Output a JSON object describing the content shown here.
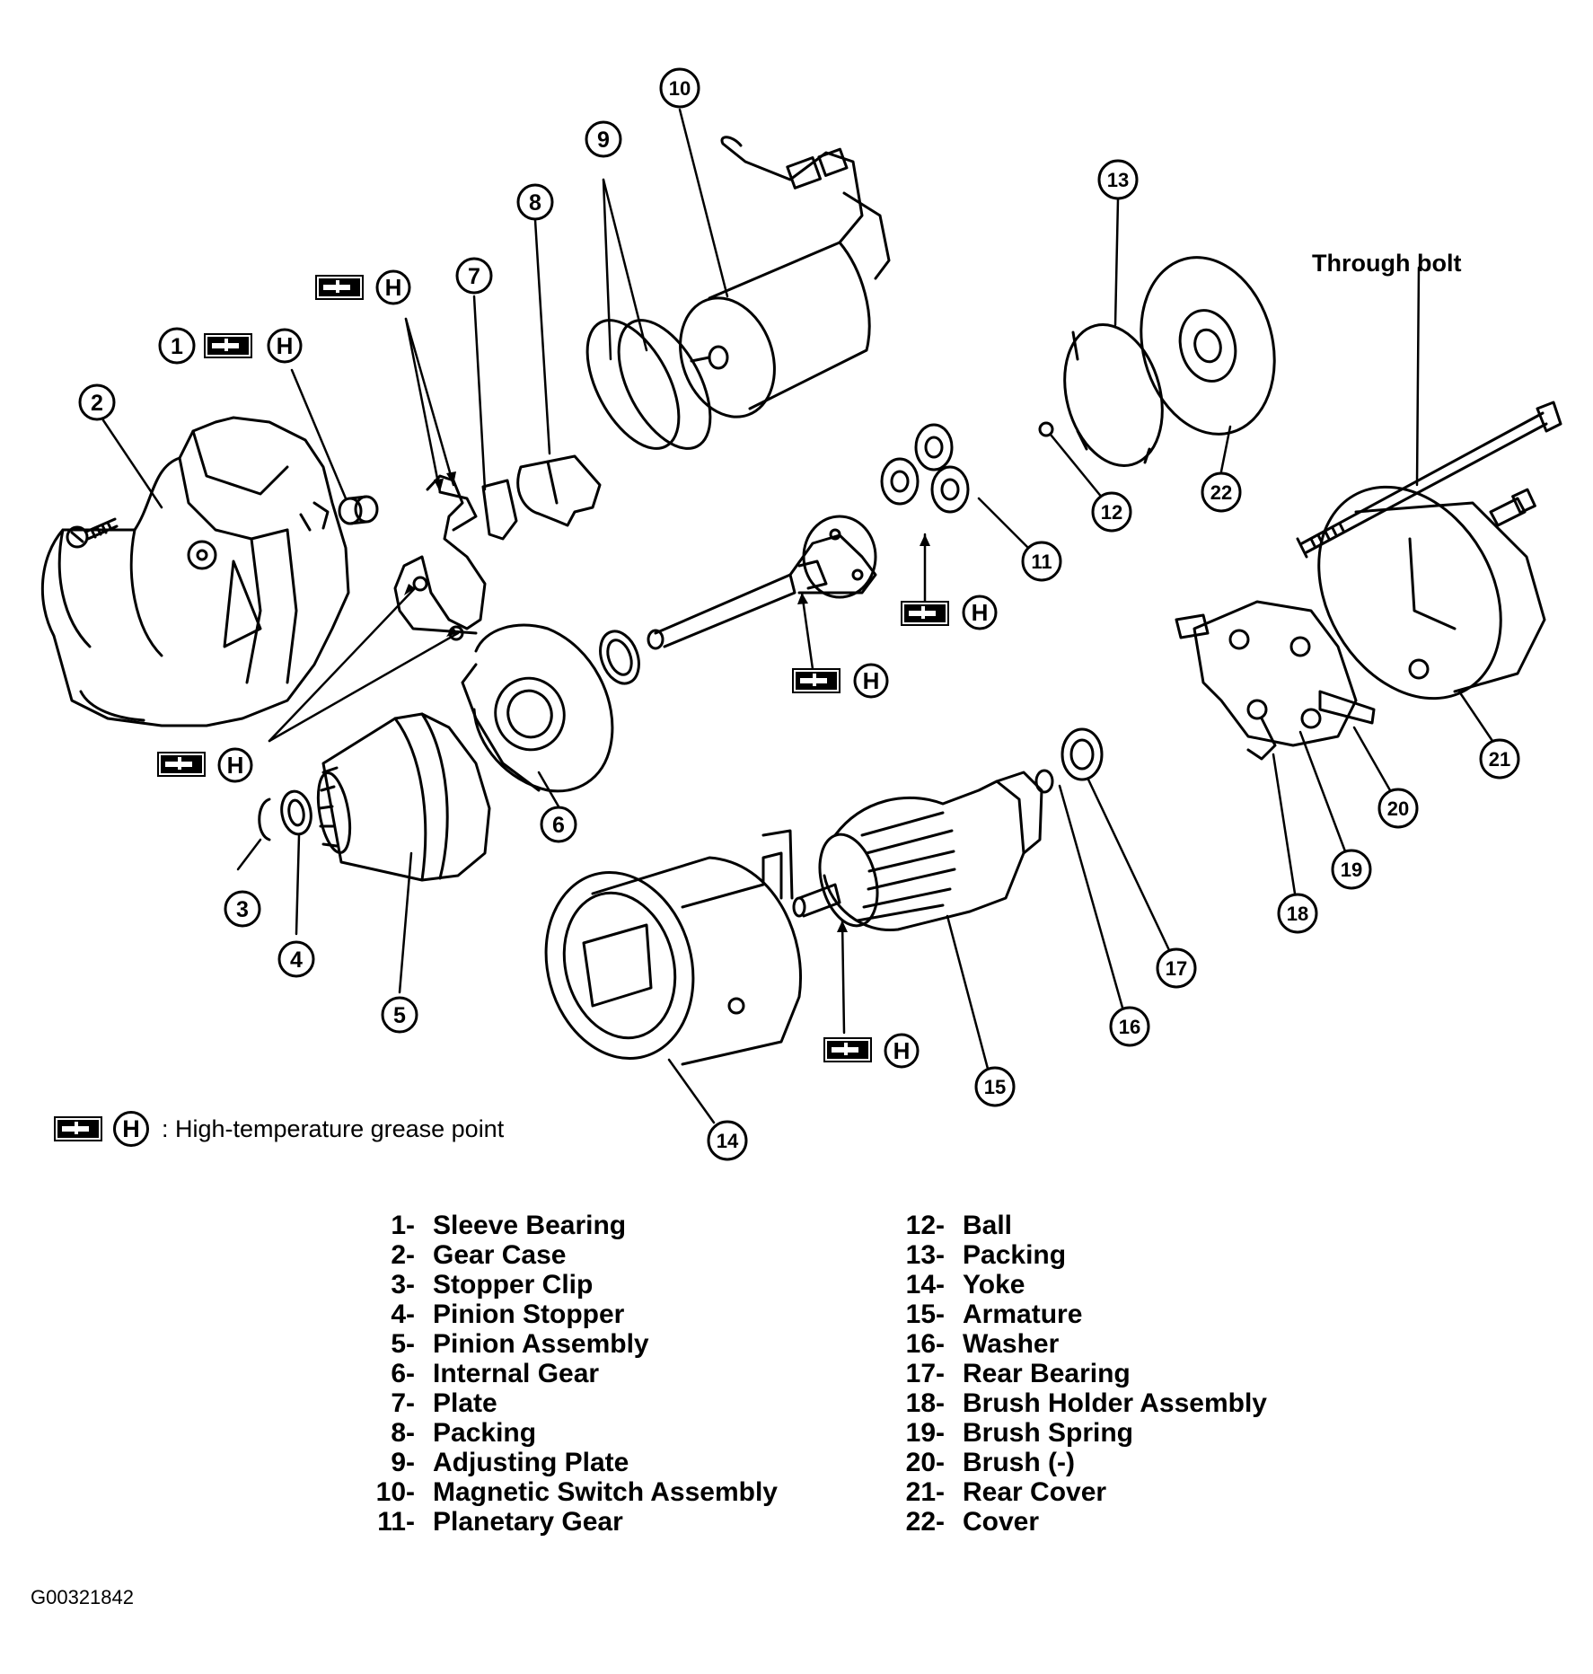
{
  "grease_symbol": {
    "letter": "H",
    "label": ": High-temperature grease point",
    "icon": "grease-gun-icon"
  },
  "through_bolt_label": "Through bolt",
  "figure_code": "G00321842",
  "callouts": [
    "1",
    "2",
    "3",
    "4",
    "5",
    "6",
    "7",
    "8",
    "9",
    "10",
    "11",
    "12",
    "13",
    "14",
    "15",
    "16",
    "17",
    "18",
    "19",
    "20",
    "21",
    "22"
  ],
  "legend": {
    "left": [
      {
        "num": "1-",
        "name": "Sleeve Bearing"
      },
      {
        "num": "2-",
        "name": "Gear Case"
      },
      {
        "num": "3-",
        "name": "Stopper Clip"
      },
      {
        "num": "4-",
        "name": "Pinion Stopper"
      },
      {
        "num": "5-",
        "name": "Pinion Assembly"
      },
      {
        "num": "6-",
        "name": "Internal Gear"
      },
      {
        "num": "7-",
        "name": "Plate"
      },
      {
        "num": "8-",
        "name": "Packing"
      },
      {
        "num": "9-",
        "name": "Adjusting Plate"
      },
      {
        "num": "10-",
        "name": "Magnetic Switch Assembly"
      },
      {
        "num": "11-",
        "name": "Planetary Gear"
      }
    ],
    "right": [
      {
        "num": "12-",
        "name": "Ball"
      },
      {
        "num": "13-",
        "name": "Packing"
      },
      {
        "num": "14-",
        "name": "Yoke"
      },
      {
        "num": "15-",
        "name": "Armature"
      },
      {
        "num": "16-",
        "name": "Washer"
      },
      {
        "num": "17-",
        "name": "Rear Bearing"
      },
      {
        "num": "18-",
        "name": "Brush Holder Assembly"
      },
      {
        "num": "19-",
        "name": "Brush Spring"
      },
      {
        "num": "20-",
        "name": "Brush (-)"
      },
      {
        "num": "21-",
        "name": "Rear Cover"
      },
      {
        "num": "22-",
        "name": "Cover"
      }
    ]
  }
}
